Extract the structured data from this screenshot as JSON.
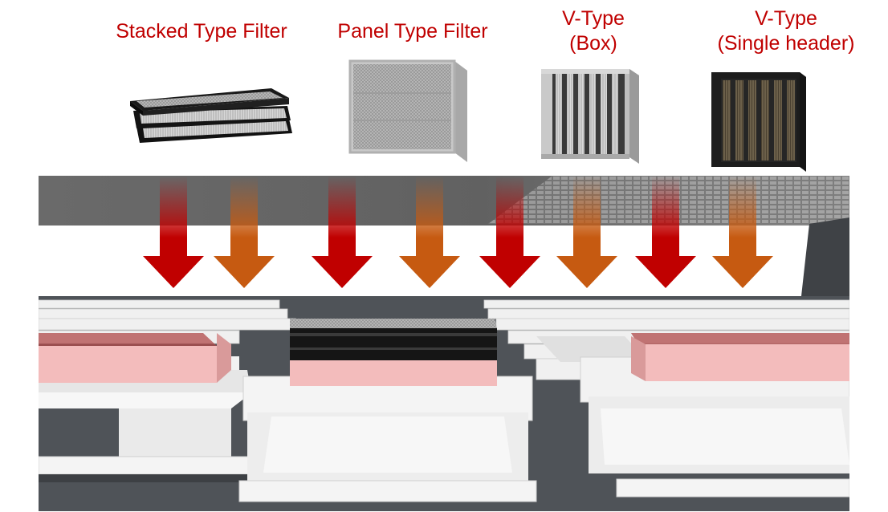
{
  "filters": [
    {
      "id": "stacked",
      "label_lines": [
        "Stacked Type Filter"
      ]
    },
    {
      "id": "panel",
      "label_lines": [
        "Panel Type Filter"
      ]
    },
    {
      "id": "vbox",
      "label_lines": [
        "V-Type",
        "(Box)"
      ]
    },
    {
      "id": "vsingle",
      "label_lines": [
        "V-Type",
        "(Single header)"
      ]
    }
  ],
  "colors": {
    "label": "#c00000",
    "arrow_red": "#c00000",
    "arrow_orange": "#c65a11",
    "ceiling": "#5a5a5a",
    "floor": "#4f5358",
    "fan_unit": "#f2f2f2",
    "filter_media_pink": "#f3bcbc"
  },
  "airflow": {
    "arrow_count": 8,
    "arrow_colors": [
      "red",
      "orange",
      "red",
      "orange",
      "red",
      "orange",
      "red",
      "orange"
    ]
  }
}
